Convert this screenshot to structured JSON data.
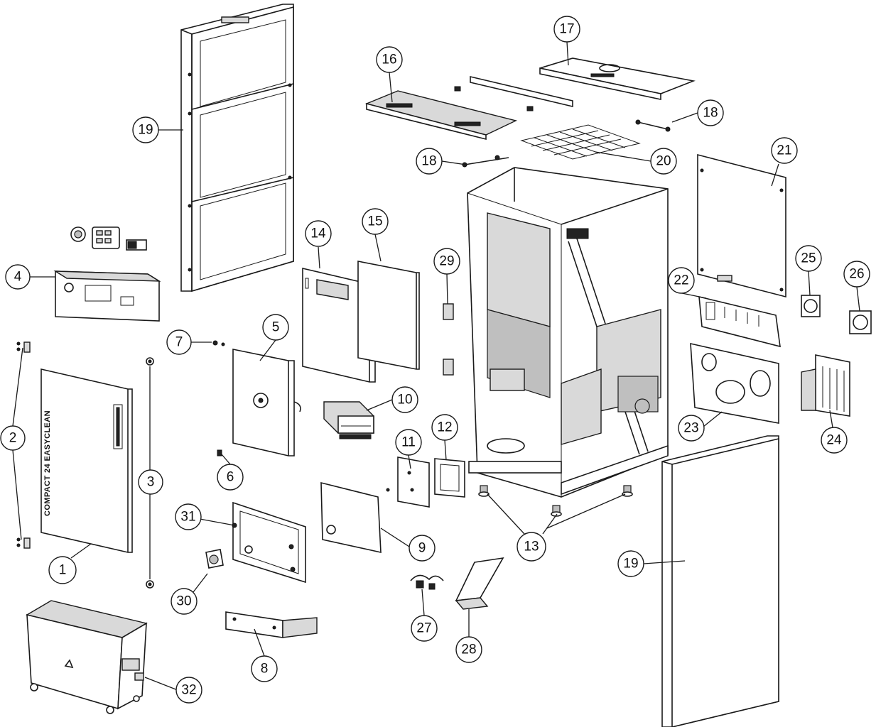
{
  "diagram": {
    "type": "exploded-parts-diagram",
    "product_label": "COMPACT 24 EASYCLEAN",
    "callouts": [
      {
        "id": "c1",
        "label": "1"
      },
      {
        "id": "c2",
        "label": "2"
      },
      {
        "id": "c3",
        "label": "3"
      },
      {
        "id": "c4",
        "label": "4"
      },
      {
        "id": "c5",
        "label": "5"
      },
      {
        "id": "c6",
        "label": "6"
      },
      {
        "id": "c7",
        "label": "7"
      },
      {
        "id": "c8",
        "label": "8"
      },
      {
        "id": "c9",
        "label": "9"
      },
      {
        "id": "c10",
        "label": "10"
      },
      {
        "id": "c11",
        "label": "11"
      },
      {
        "id": "c12",
        "label": "12"
      },
      {
        "id": "c13",
        "label": "13"
      },
      {
        "id": "c14",
        "label": "14"
      },
      {
        "id": "c15",
        "label": "15"
      },
      {
        "id": "c16",
        "label": "16"
      },
      {
        "id": "c17",
        "label": "17"
      },
      {
        "id": "c18a",
        "label": "18"
      },
      {
        "id": "c18b",
        "label": "18"
      },
      {
        "id": "c19a",
        "label": "19"
      },
      {
        "id": "c19b",
        "label": "19"
      },
      {
        "id": "c20",
        "label": "20"
      },
      {
        "id": "c21",
        "label": "21"
      },
      {
        "id": "c22",
        "label": "22"
      },
      {
        "id": "c23",
        "label": "23"
      },
      {
        "id": "c24",
        "label": "24"
      },
      {
        "id": "c25",
        "label": "25"
      },
      {
        "id": "c26",
        "label": "26"
      },
      {
        "id": "c27",
        "label": "27"
      },
      {
        "id": "c28",
        "label": "28"
      },
      {
        "id": "c29",
        "label": "29"
      },
      {
        "id": "c30",
        "label": "30"
      },
      {
        "id": "c31",
        "label": "31"
      },
      {
        "id": "c32",
        "label": "32"
      }
    ]
  }
}
